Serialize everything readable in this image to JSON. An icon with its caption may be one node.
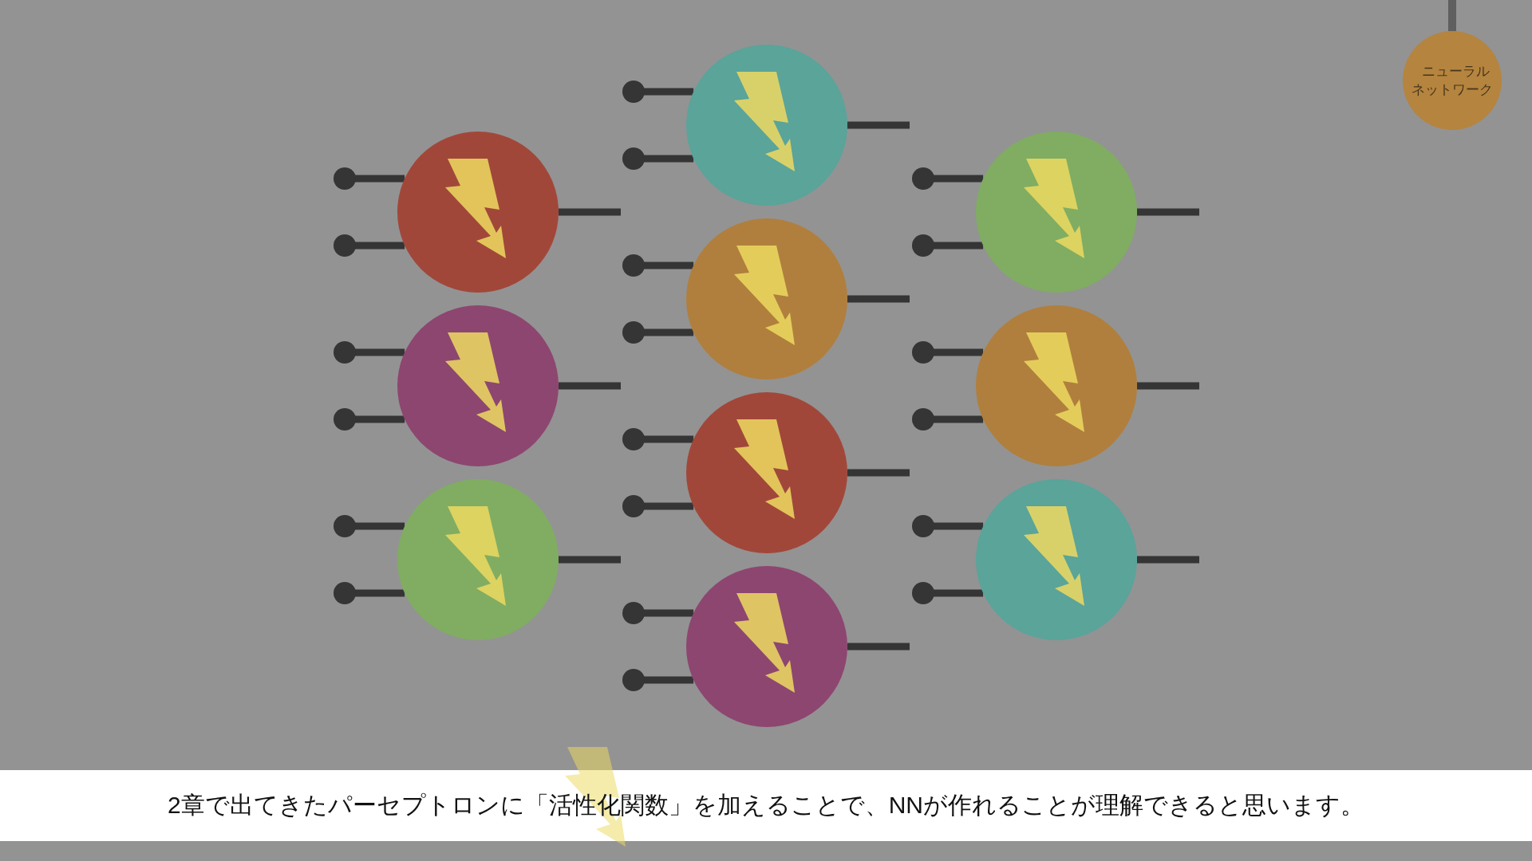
{
  "diagram": {
    "caption": "2章で出てきたパーセプトロンに「活性化関数」を加えることで、NNが作れることが理解できると思います。",
    "nodes": [
      {
        "text": [],
        "shape": "circle"
      },
      {
        "text": [],
        "shape": "circle"
      },
      {
        "text": [],
        "shape": "circle"
      },
      {
        "text": [],
        "shape": "circle"
      },
      {
        "text": [],
        "shape": "circle"
      },
      {
        "text": [],
        "shape": "circle"
      },
      {
        "text": [],
        "shape": "circle"
      },
      {
        "text": [],
        "shape": "circle"
      },
      {
        "text": [],
        "shape": "circle"
      },
      {
        "text": [],
        "shape": "circle"
      },
      {
        "text": [
          "ニューラルネットワーク"
        ]
      }
    ],
    "edges": [
      {
        "from": null,
        "to": 0,
        "arrow": "other"
      },
      {
        "from": null,
        "to": 0,
        "arrow": "other"
      },
      {
        "from": 0,
        "to": null,
        "arrow": "none"
      },
      {
        "from": null,
        "to": 1,
        "arrow": "other"
      },
      {
        "from": null,
        "to": 1,
        "arrow": "other"
      },
      {
        "from": 1,
        "to": null,
        "arrow": "none"
      },
      {
        "from": null,
        "to": 2,
        "arrow": "other"
      },
      {
        "from": null,
        "to": 2,
        "arrow": "other"
      },
      {
        "from": 2,
        "to": null,
        "arrow": "none"
      },
      {
        "from": null,
        "to": 3,
        "arrow": "other"
      },
      {
        "from": null,
        "to": 3,
        "arrow": "other"
      },
      {
        "from": 3,
        "to": null,
        "arrow": "none"
      },
      {
        "from": null,
        "to": 4,
        "arrow": "other"
      },
      {
        "from": null,
        "to": 4,
        "arrow": "other"
      },
      {
        "from": 4,
        "to": null,
        "arrow": "none"
      },
      {
        "from": null,
        "to": 5,
        "arrow": "other"
      },
      {
        "from": null,
        "to": 5,
        "arrow": "other"
      },
      {
        "from": 5,
        "to": null,
        "arrow": "none"
      },
      {
        "from": null,
        "to": 6,
        "arrow": "other"
      },
      {
        "from": null,
        "to": 6,
        "arrow": "other"
      },
      {
        "from": 6,
        "to": null,
        "arrow": "none"
      },
      {
        "from": null,
        "to": 7,
        "arrow": "other"
      },
      {
        "from": null,
        "to": 7,
        "arrow": "other"
      },
      {
        "from": 7,
        "to": null,
        "arrow": "none"
      },
      {
        "from": null,
        "to": 8,
        "arrow": "other"
      },
      {
        "from": null,
        "to": 8,
        "arrow": "other"
      },
      {
        "from": 8,
        "to": null,
        "arrow": "none"
      },
      {
        "from": null,
        "to": 9,
        "arrow": "other"
      },
      {
        "from": null,
        "to": 9,
        "arrow": "other"
      },
      {
        "from": 9,
        "to": null,
        "arrow": "none"
      },
      {
        "from": null,
        "to": 10,
        "arrow": "none",
        "color": "#5f5f5f"
      }
    ]
  }
}
